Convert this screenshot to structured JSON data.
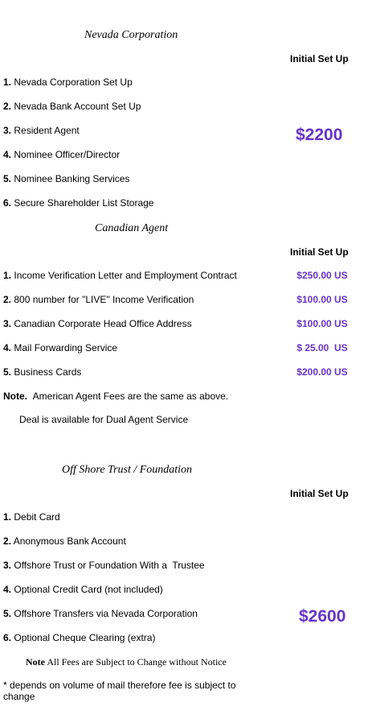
{
  "nevada": {
    "heading": "Nevada Corporation",
    "col_header": "Initial Set Up",
    "items": [
      {
        "num": "1.",
        "text": "Nevada Corporation Set Up"
      },
      {
        "num": "2.",
        "text": "Nevada Bank Account Set Up"
      },
      {
        "num": "3.",
        "text": "Resident Agent"
      },
      {
        "num": "4.",
        "text": "Nominee Officer/Director"
      },
      {
        "num": "5.",
        "text": "Nominee Banking Services"
      },
      {
        "num": "6.",
        "text": "Secure Shareholder List Storage"
      }
    ],
    "price": "$2200"
  },
  "canadian": {
    "heading": "Canadian Agent",
    "col_header": "Initial Set Up",
    "items": [
      {
        "num": "1.",
        "text": "Income Verification Letter and Employment Contract",
        "price": "$250.00 US"
      },
      {
        "num": "2.",
        "text": "800 number for \"LIVE\" Income Verification",
        "price": "$100.00 US"
      },
      {
        "num": "3.",
        "text": "Canadian Corporate Head Office Address",
        "price": "$100.00 US"
      },
      {
        "num": "4.",
        "text": "Mail Forwarding Service",
        "price": "$ 25.00  US"
      },
      {
        "num": "5.",
        "text": "Business Cards",
        "price": "$200.00 US"
      }
    ],
    "note_label": "Note.",
    "note_text": "American Agent Fees are the same as above.",
    "deal_text": "Deal is available for Dual Agent Service"
  },
  "offshore": {
    "heading": "Off Shore Trust / Foundation",
    "col_header": "Initial Set Up",
    "items": [
      {
        "num": "1.",
        "text": "Debit Card"
      },
      {
        "num": "2.",
        "text": "Anonymous Bank Account"
      },
      {
        "num": "3.",
        "text": "Offshore Trust or Foundation With a  Trustee"
      },
      {
        "num": "4.",
        "text": "Optional Credit Card (not included)"
      },
      {
        "num": "5.",
        "text": "Offshore Transfers via Nevada Corporation"
      },
      {
        "num": "6.",
        "text": "Optional Cheque Clearing (extra)"
      }
    ],
    "price": "$2600"
  },
  "footer": {
    "note_label": "Note",
    "note_text": "All Fees are Subject to Change without Notice",
    "footnote_line1": "*  depends on volume of mail therefore fee is subject to",
    "footnote_line2": "change"
  },
  "colors": {
    "price": "#6633cc"
  }
}
